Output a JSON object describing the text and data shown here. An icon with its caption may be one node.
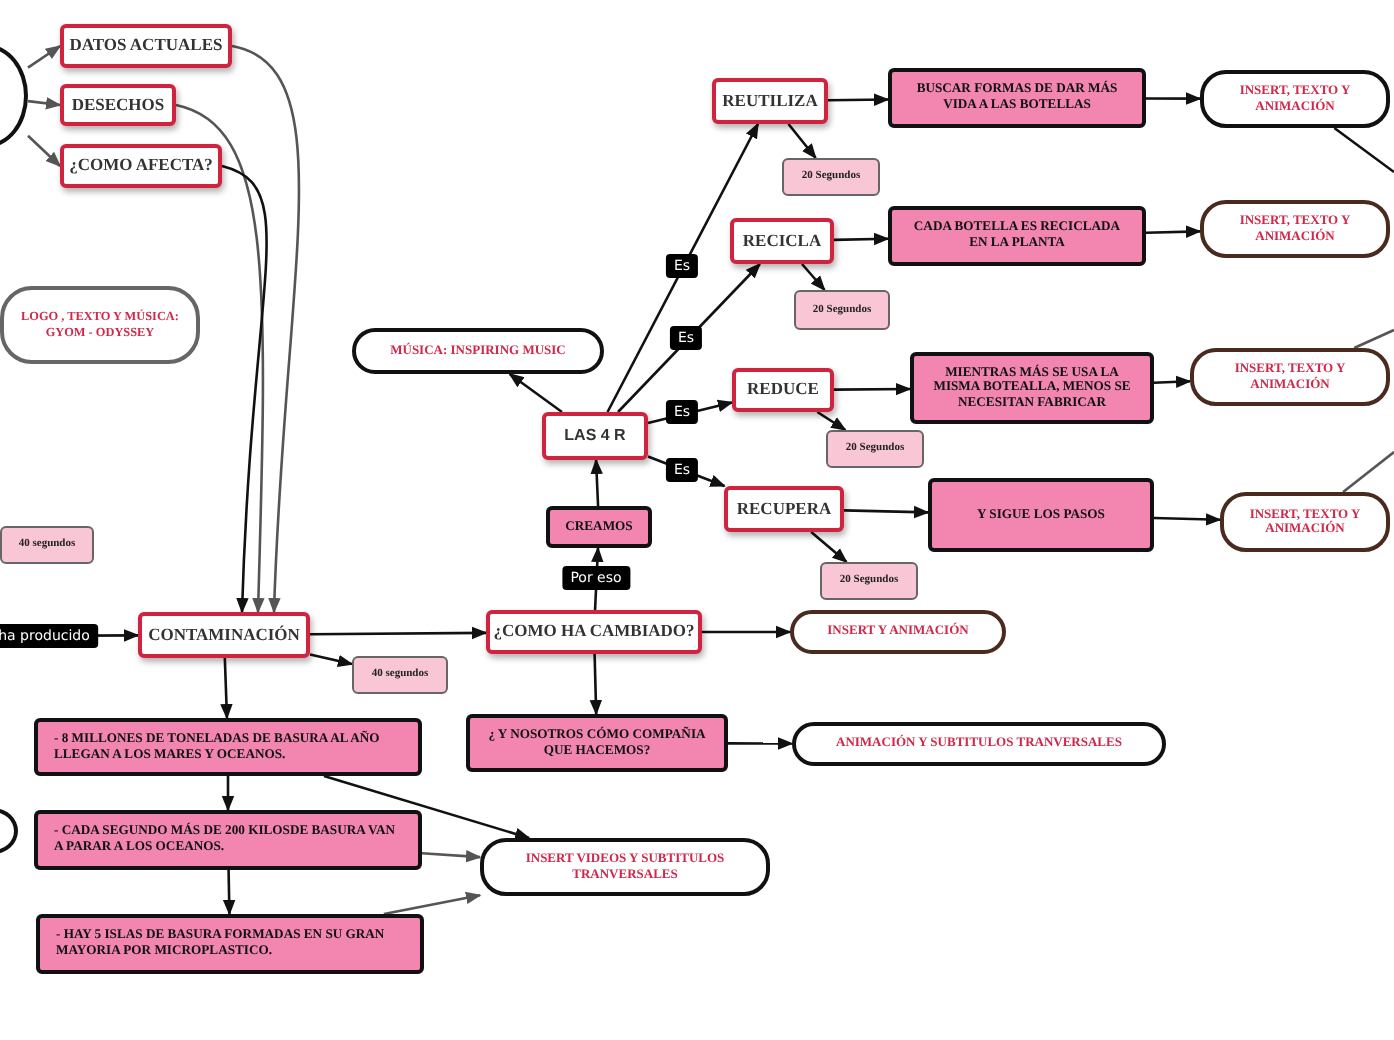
{
  "diagram": {
    "nodes": [
      {
        "text": [],
        "shape": "circle"
      },
      {
        "text": [
          "DATOS ACTUALES"
        ]
      },
      {
        "text": [
          "DESECHOS"
        ]
      },
      {
        "text": [
          "¿COMO AFECTA?"
        ]
      },
      {
        "text": [
          "REUTILIZA"
        ]
      },
      {
        "text": [
          "BUSCAR FORMAS DE DAR MÁS VIDA A LAS BOTELLAS"
        ]
      },
      {
        "text": [
          "INSERT, TEXTO Y ANIMACIÓN"
        ]
      },
      {
        "text": [
          "20 Segundos"
        ]
      },
      {
        "text": [
          "RECICLA"
        ]
      },
      {
        "text": [
          "CADA BOTELLA ES RECICLADA EN LA PLANTA"
        ]
      },
      {
        "text": [
          "INSERT, TEXTO Y ANIMACIÓN"
        ]
      },
      {
        "text": [
          "LOGO , TEXTO Y MÚSICA: GYOM - ODYSSEY"
        ]
      },
      {
        "text": [
          "20 Segundos"
        ]
      },
      {
        "text": [
          "MÚSICA: INSPIRING MUSIC"
        ]
      },
      {
        "text": [
          "REDUCE"
        ]
      },
      {
        "text": [
          "MIENTRAS MÁS SE USA LA MISMA BOTEALLA, MENOS SE NECESITAN FABRICAR"
        ]
      },
      {
        "text": [
          "INSERT, TEXTO Y ANIMACIÓN"
        ]
      },
      {
        "text": [
          "LAS 4 R"
        ]
      },
      {
        "text": [
          "20 Segundos"
        ]
      },
      {
        "text": [
          "RECUPERA"
        ]
      },
      {
        "text": [
          "Y SIGUE LOS PASOS"
        ]
      },
      {
        "text": [
          "INSERT, TEXTO Y ANIMACIÓN"
        ]
      },
      {
        "text": [
          "CREAMOS"
        ]
      },
      {
        "text": [
          "40 segundos"
        ]
      },
      {
        "text": [
          "20 Segundos"
        ]
      },
      {
        "text": [
          "CONTAMINACIÓN"
        ]
      },
      {
        "text": [
          "¿COMO HA CAMBIADO?"
        ]
      },
      {
        "text": [
          "INSERT Y ANIMACIÓN"
        ]
      },
      {
        "text": [
          "40 segundos"
        ]
      },
      {
        "text": [
          "- 8 MILLONES DE TONELADAS DE BASURA AL AÑO LLEGAN A LOS MARES Y OCEANOS."
        ]
      },
      {
        "text": [
          "¿ Y NOSOTROS CÓMO COMPAÑIA QUE HACEMOS?"
        ]
      },
      {
        "text": [
          "ANIMACIÓN Y SUBTITULOS TRANVERSALES"
        ]
      },
      {
        "text": [],
        "shape": "circle"
      },
      {
        "text": [
          "- CADA SEGUNDO MÁS DE 200 KILOSDE BASURA VAN A PARAR A LOS OCEANOS."
        ]
      },
      {
        "text": [
          "INSERT VIDEOS Y SUBTITULOS TRANVERSALES"
        ]
      },
      {
        "text": [
          "- HAY 5 ISLAS DE BASURA FORMADAS EN SU GRAN MAYORIA POR MICROPLASTICO."
        ]
      }
    ],
    "edges": [
      {
        "from": 0,
        "to": 1,
        "arrow": "to",
        "color": "#555555"
      },
      {
        "from": 0,
        "to": 2,
        "arrow": "to",
        "color": "#555555"
      },
      {
        "from": 0,
        "to": 3,
        "arrow": "to",
        "color": "#555555"
      },
      {
        "from": 1,
        "to": 25,
        "arrow": "to",
        "color": "#555555"
      },
      {
        "from": 2,
        "to": 25,
        "arrow": "to",
        "color": "#555555"
      },
      {
        "from": 3,
        "to": 25,
        "arrow": "to"
      },
      {
        "from": null,
        "to": 25,
        "arrow": "to",
        "label": "ha producido"
      },
      {
        "from": 25,
        "to": 28,
        "arrow": "to"
      },
      {
        "from": 25,
        "to": 26,
        "arrow": "to"
      },
      {
        "from": 25,
        "to": 29,
        "arrow": "to"
      },
      {
        "from": 29,
        "to": 33,
        "arrow": "to"
      },
      {
        "from": 33,
        "to": 35,
        "arrow": "to"
      },
      {
        "from": 29,
        "to": 34,
        "arrow": "to"
      },
      {
        "from": 33,
        "to": 34,
        "arrow": "to",
        "color": "#555555"
      },
      {
        "from": 35,
        "to": 34,
        "arrow": "to",
        "color": "#555555"
      },
      {
        "from": 26,
        "to": 27,
        "arrow": "to"
      },
      {
        "from": 26,
        "to": 30,
        "arrow": "to"
      },
      {
        "from": 26,
        "to": 22,
        "arrow": "to",
        "label": "Por eso"
      },
      {
        "from": 22,
        "to": 17,
        "arrow": "to"
      },
      {
        "from": 17,
        "to": 13,
        "arrow": "to"
      },
      {
        "from": 17,
        "to": 4,
        "arrow": "to",
        "label": "Es"
      },
      {
        "from": 17,
        "to": 8,
        "arrow": "to",
        "label": "Es"
      },
      {
        "from": 17,
        "to": 14,
        "arrow": "to",
        "label": "Es"
      },
      {
        "from": 17,
        "to": 19,
        "arrow": "to",
        "label": "Es"
      },
      {
        "from": 4,
        "to": 7,
        "arrow": "to"
      },
      {
        "from": 4,
        "to": 5,
        "arrow": "to"
      },
      {
        "from": 5,
        "to": 6,
        "arrow": "to"
      },
      {
        "from": 6,
        "to": null,
        "arrow": "none"
      },
      {
        "from": 8,
        "to": 12,
        "arrow": "to"
      },
      {
        "from": 8,
        "to": 9,
        "arrow": "to"
      },
      {
        "from": 9,
        "to": 10,
        "arrow": "to"
      },
      {
        "from": 14,
        "to": 18,
        "arrow": "to"
      },
      {
        "from": 14,
        "to": 15,
        "arrow": "to"
      },
      {
        "from": 15,
        "to": 16,
        "arrow": "to"
      },
      {
        "from": 16,
        "to": null,
        "arrow": "none",
        "color": "#555555"
      },
      {
        "from": 19,
        "to": 24,
        "arrow": "to"
      },
      {
        "from": 19,
        "to": 20,
        "arrow": "to"
      },
      {
        "from": 20,
        "to": 21,
        "arrow": "to"
      },
      {
        "from": 21,
        "to": null,
        "arrow": "none",
        "color": "#555555"
      },
      {
        "from": 30,
        "to": 31,
        "arrow": "to"
      }
    ]
  }
}
